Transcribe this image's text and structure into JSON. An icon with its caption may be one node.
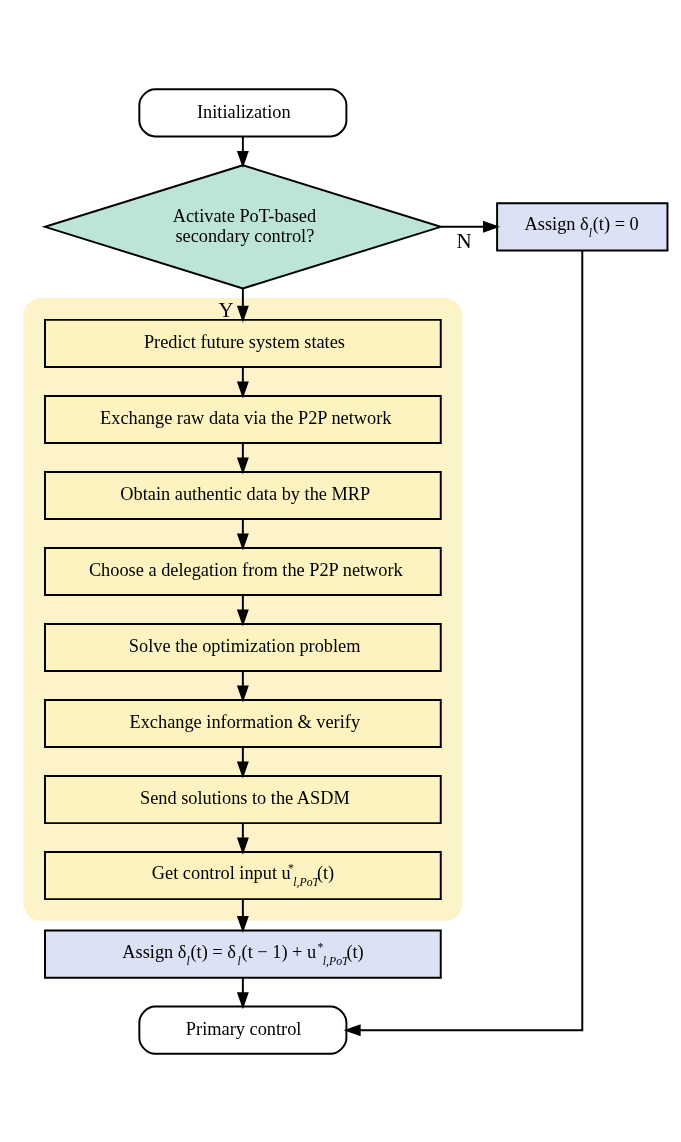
{
  "diagram": {
    "nodes": [
      {
        "text": [
          "Initialization"
        ]
      },
      {
        "text": [
          "Activate PoT-based secondary control?"
        ]
      },
      {
        "text": [
          "Assign δ$_{l}$(t) = 0"
        ]
      },
      {
        "text": [],
        "shape": "box"
      },
      {
        "text": [
          "Predict future system states"
        ],
        "in": 3
      },
      {
        "text": [
          "Exchange raw data via the P2P network"
        ],
        "in": 3
      },
      {
        "text": [
          "Obtain authentic data by the MRP"
        ],
        "in": 3
      },
      {
        "text": [
          "Choose a delegation from the P2P network"
        ],
        "in": 3
      },
      {
        "text": [
          "Solve the optimization problem"
        ],
        "in": 3
      },
      {
        "text": [
          "Exchange information & verify"
        ],
        "in": 3
      },
      {
        "text": [
          "Send solutions to the ASDM"
        ],
        "in": 3
      },
      {
        "text": [
          "Get control input u$^{*}$$_{l,PoT}$(t)"
        ],
        "in": 3
      },
      {
        "text": [
          "Assign δ$_{l}$(t) = δ$_{l}$(t − 1) + u$^{*}$$_{l,PoT}$(t)"
        ]
      },
      {
        "text": [
          "Primary control"
        ]
      }
    ],
    "edges": [
      {
        "from": 0,
        "to": 1,
        "arrow": "to"
      },
      {
        "from": 1,
        "to": 2,
        "arrow": "to",
        "label": "N"
      },
      {
        "from": 1,
        "to": 4,
        "arrow": "to",
        "label": "Y"
      },
      {
        "from": 4,
        "to": 5,
        "arrow": "to"
      },
      {
        "from": 5,
        "to": 6,
        "arrow": "to"
      },
      {
        "from": 6,
        "to": 7,
        "arrow": "to"
      },
      {
        "from": 7,
        "to": 8,
        "arrow": "to"
      },
      {
        "from": 8,
        "to": 9,
        "arrow": "to"
      },
      {
        "from": 9,
        "to": 10,
        "arrow": "to"
      },
      {
        "from": 10,
        "to": 11,
        "arrow": "to"
      },
      {
        "from": 11,
        "to": 12,
        "arrow": "to"
      },
      {
        "from": 12,
        "to": 13,
        "arrow": "to"
      },
      {
        "from": 2,
        "to": 13,
        "arrow": "to"
      }
    ]
  }
}
